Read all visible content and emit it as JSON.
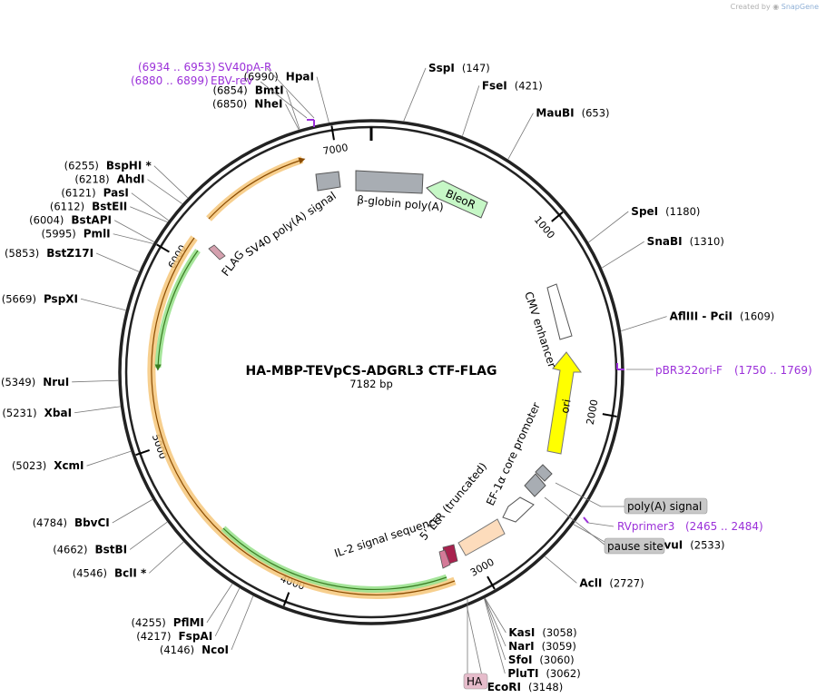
{
  "credit": {
    "prefix": "Created by",
    "brand": "SnapGene"
  },
  "plasmid": {
    "name": "HA-MBP-TEVpCS-ADGRL3 CTF-FLAG",
    "size": "7182 bp",
    "length": 7182
  },
  "ticks": [
    {
      "pos": 1000,
      "label": "1000"
    },
    {
      "pos": 2000,
      "label": "2000"
    },
    {
      "pos": 3000,
      "label": "3000"
    },
    {
      "pos": 4000,
      "label": "4000"
    },
    {
      "pos": 5000,
      "label": "5000"
    },
    {
      "pos": 6000,
      "label": "6000"
    },
    {
      "pos": 7000,
      "label": "7000"
    }
  ],
  "sites": [
    {
      "name": "SspI",
      "pos": "(147)",
      "bp": 147,
      "side": "R"
    },
    {
      "name": "FseI",
      "pos": "(421)",
      "bp": 421,
      "side": "R"
    },
    {
      "name": "MauBI",
      "pos": "(653)",
      "bp": 653,
      "side": "R"
    },
    {
      "name": "SpeI",
      "pos": "(1180)",
      "bp": 1180,
      "side": "R"
    },
    {
      "name": "SnaBI",
      "pos": "(1310)",
      "bp": 1310,
      "side": "R"
    },
    {
      "name": "AflIII  - PciI",
      "pos": "(1609)",
      "bp": 1609,
      "side": "R"
    },
    {
      "name": "AsiSI - PvuI",
      "pos": "(2533)",
      "bp": 2533,
      "side": "R"
    },
    {
      "name": "AclI",
      "pos": "(2727)",
      "bp": 2727,
      "side": "R"
    },
    {
      "name": "KasI",
      "pos": "(3058)",
      "bp": 3058,
      "side": "R"
    },
    {
      "name": "NarI",
      "pos": "(3059)",
      "bp": 3059,
      "side": "R"
    },
    {
      "name": "SfoI",
      "pos": "(3060)",
      "bp": 3060,
      "side": "R"
    },
    {
      "name": "PluTI",
      "pos": "(3062)",
      "bp": 3062,
      "side": "R"
    },
    {
      "name": "EcoRI",
      "pos": "(3148)",
      "bp": 3148,
      "side": "R"
    },
    {
      "name": "NcoI",
      "pos": "(4146)",
      "bp": 4146,
      "side": "L"
    },
    {
      "name": "FspAI",
      "pos": "(4217)",
      "bp": 4217,
      "side": "L"
    },
    {
      "name": "PflMI",
      "pos": "(4255)",
      "bp": 4255,
      "side": "L"
    },
    {
      "name": "BclI *",
      "pos": "(4546)",
      "bp": 4546,
      "side": "L"
    },
    {
      "name": "BstBI",
      "pos": "(4662)",
      "bp": 4662,
      "side": "L"
    },
    {
      "name": "BbvCI",
      "pos": "(4784)",
      "bp": 4784,
      "side": "L"
    },
    {
      "name": "XcmI",
      "pos": "(5023)",
      "bp": 5023,
      "side": "L"
    },
    {
      "name": "XbaI",
      "pos": "(5231)",
      "bp": 5231,
      "side": "L"
    },
    {
      "name": "NruI",
      "pos": "(5349)",
      "bp": 5349,
      "side": "L"
    },
    {
      "name": "PspXI",
      "pos": "(5669)",
      "bp": 5669,
      "side": "L"
    },
    {
      "name": "BstZ17I",
      "pos": "(5853)",
      "bp": 5853,
      "side": "L"
    },
    {
      "name": "PmlI",
      "pos": "(5995)",
      "bp": 5995,
      "side": "L"
    },
    {
      "name": "BstAPI",
      "pos": "(6004)",
      "bp": 6004,
      "side": "L"
    },
    {
      "name": "BstEII",
      "pos": "(6112)",
      "bp": 6112,
      "side": "L"
    },
    {
      "name": "PasI",
      "pos": "(6121)",
      "bp": 6121,
      "side": "L"
    },
    {
      "name": "AhdI",
      "pos": "(6218)",
      "bp": 6218,
      "side": "L"
    },
    {
      "name": "BspHI *",
      "pos": "(6255)",
      "bp": 6255,
      "side": "L"
    },
    {
      "name": "NheI",
      "pos": "(6850)",
      "bp": 6850,
      "side": "L"
    },
    {
      "name": "BmtI",
      "pos": "(6854)",
      "bp": 6854,
      "side": "L"
    },
    {
      "name": "HpaI",
      "pos": "(6990)",
      "bp": 6990,
      "side": "L"
    }
  ],
  "primers": [
    {
      "name": "SV40pA-R",
      "range": "(6934 .. 6953)",
      "bp": 6943,
      "side": "L"
    },
    {
      "name": "EBV-rev",
      "range": "(6880 .. 6899)",
      "bp": 6890,
      "side": "L"
    },
    {
      "name": "pBR322ori-F",
      "range": "(1750 .. 1769)",
      "bp": 1760,
      "side": "R"
    },
    {
      "name": "RVprimer3",
      "range": "(2465 .. 2484)",
      "bp": 2475,
      "side": "R"
    }
  ],
  "boxed_features": [
    {
      "label": "poly(A) signal"
    },
    {
      "label": "pause site"
    },
    {
      "label": "HA"
    }
  ],
  "features": [
    {
      "label": "CMV enhancer",
      "color": "#ffffff"
    },
    {
      "label": "ori",
      "color": "#ffff00"
    },
    {
      "label": "EF-1α core promoter",
      "color": "#ffffff"
    },
    {
      "label": "5' LTR (truncated)",
      "color": "#fddcbc"
    },
    {
      "label": "IL-2 signal sequence",
      "color": "#d47a98"
    },
    {
      "label": "BleoR",
      "color": "#c6f7c6"
    },
    {
      "label": "β-globin poly(A)",
      "color": "#a8adb3"
    },
    {
      "label": "SV40 poly(A) signal",
      "color": "#a8adb3"
    },
    {
      "label": "FLAG",
      "color": "#d4a0ae"
    }
  ],
  "colors": {
    "primer": "#9b30d9",
    "orf_orange": "#f6c77a",
    "orf_green": "#9be28f",
    "grey_feature": "#a8adb3",
    "box_fill": "#c8c8c8",
    "ha_fill": "#e6bccb"
  }
}
